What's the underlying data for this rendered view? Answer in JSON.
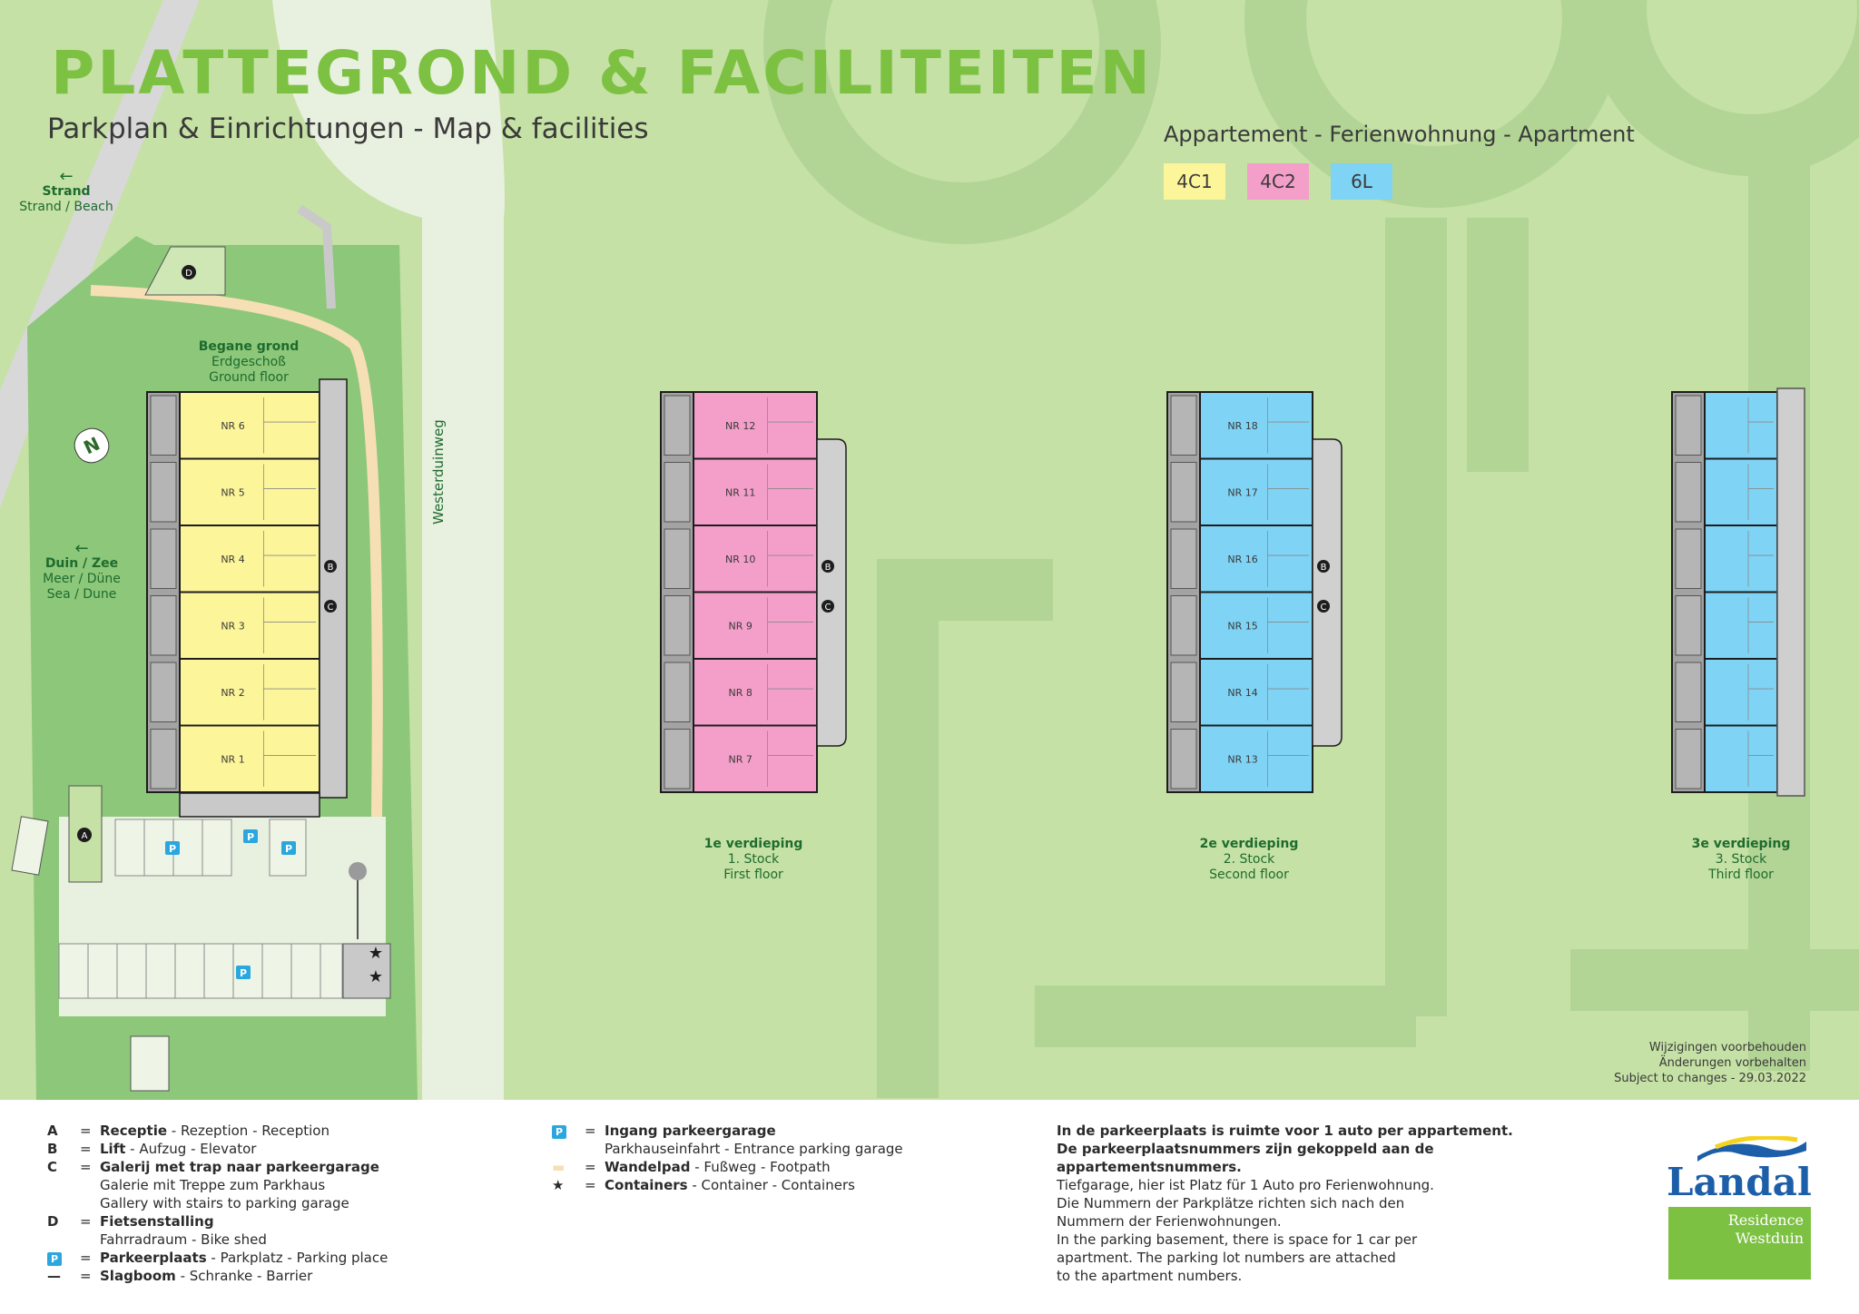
{
  "header": {
    "title": "PLATTEGROND & FACILITEITEN",
    "subtitle": "Parkplan & Einrichtungen  - Map & facilities"
  },
  "apartment_legend": {
    "title": "Appartement - Ferienwohnung - Apartment",
    "types": [
      {
        "code": "4C1",
        "color": "#fdf59a"
      },
      {
        "code": "4C2",
        "color": "#f39fc9"
      },
      {
        "code": "6L",
        "color": "#7fd3f5"
      }
    ]
  },
  "map": {
    "colors": {
      "grass": "#c5e1a5",
      "grass_dark": "#a9cd88",
      "lawn": "#8cc77a",
      "path": "#f7dfb5",
      "road": "#e8f0e0",
      "building_gray": "#a3a3a3",
      "outline": "#1d1d1d"
    },
    "directions": {
      "beach": {
        "line1": "Strand",
        "line2": "Strand / Beach"
      },
      "dune": {
        "line1": "Duin / Zee",
        "line2": "Meer / Düne",
        "line3": "Sea / Dune"
      }
    },
    "road_name": "Westerduinweg",
    "compass": "N",
    "markers": {
      "A": "A",
      "B": "B",
      "C": "C",
      "D": "D",
      "P": "P"
    },
    "floors": [
      {
        "line1": "Begane grond",
        "line2": "Erdgeschoß",
        "line3": "Ground floor",
        "units": [
          "NR 6",
          "NR 5",
          "NR 4",
          "NR 3",
          "NR 2",
          "NR 1"
        ],
        "unit_type": "4C1"
      },
      {
        "line1": "1e verdieping",
        "line2": "1. Stock",
        "line3": "First floor",
        "units": [
          "NR 12",
          "NR 11",
          "NR 10",
          "NR 9",
          "NR 8",
          "NR 7"
        ],
        "unit_type": "4C2"
      },
      {
        "line1": "2e verdieping",
        "line2": "2. Stock",
        "line3": "Second floor",
        "units": [
          "NR 18",
          "NR 17",
          "NR 16",
          "NR 15",
          "NR 14",
          "NR 13"
        ],
        "unit_type": "6L"
      },
      {
        "line1": "3e verdieping",
        "line2": "3. Stock",
        "line3": "Third floor",
        "units": [],
        "unit_type": "6L"
      }
    ],
    "note": {
      "line1": "Wijzigingen voorbehouden",
      "line2": "Änderungen vorbehalten",
      "line3": "Subject to changes - 29.03.2022"
    }
  },
  "legend": {
    "col1": [
      {
        "key": "A",
        "bold": "Receptie",
        "rest": " - Rezeption - Reception"
      },
      {
        "key": "B",
        "bold": "Lift",
        "rest": " - Aufzug - Elevator"
      },
      {
        "key": "C",
        "bold": "Galerij met trap naar parkeergarage",
        "rest": "",
        "extra": [
          "Galerie mit Treppe zum Parkhaus",
          "Gallery with stairs to parking garage"
        ]
      },
      {
        "key": "D",
        "bold": "Fietsenstalling",
        "rest": "",
        "extra": [
          "Fahrradraum - Bike shed"
        ]
      },
      {
        "key": "P",
        "bold": "Parkeerplaats",
        "rest": " - Parkplatz - Parking place"
      },
      {
        "key": "—",
        "bold": "Slagboom",
        "rest": " - Schranke - Barrier"
      }
    ],
    "col2": [
      {
        "key": "P",
        "bold": "Ingang parkeergarage",
        "rest": "",
        "extra": [
          "Parkhauseinfahrt - Entrance parking garage"
        ]
      },
      {
        "key": "▬",
        "bold": "Wandelpad",
        "rest": " - Fußweg - Footpath"
      },
      {
        "key": "★",
        "bold": "Containers",
        "rest": " - Container - Containers"
      }
    ],
    "col3_bold": [
      "In de parkeerplaats is ruimte voor 1 auto per appartement.",
      "De parkeerplaatsnummers zijn gekoppeld aan de",
      "appartementsnummers."
    ],
    "col3": [
      "Tiefgarage, hier ist Platz für 1 Auto pro Ferienwohnung.",
      "Die Nummern der Parkplätze richten sich nach den",
      "Nummern der Ferienwohnungen.",
      "In the parking basement, there is space for 1 car per",
      "apartment. The parking lot numbers are attached",
      "to the apartment numbers."
    ]
  },
  "logo": {
    "brand": "Landal",
    "line1": "Residence",
    "line2": "Westduin"
  }
}
